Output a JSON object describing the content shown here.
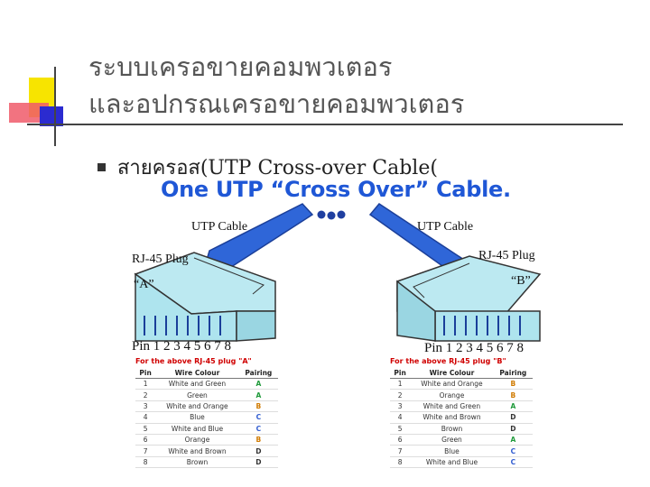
{
  "slide": {
    "title_line1": "ระบบเครอขายคอมพวเตอร",
    "title_line2": "และอปกรณเครอขายคอมพวเตอร",
    "bullet_text": "สายครอส(UTP Cross-over Cable("
  },
  "diagram": {
    "title": "One UTP “Cross Over” Cable.",
    "dots": "•••",
    "left": {
      "cable_label": "UTP Cable",
      "plug_label": "RJ-45 Plug",
      "plug_name": "“A”",
      "pin_label": "Pin 1 2 3 4 5 6 7 8"
    },
    "right": {
      "cable_label": "UTP Cable",
      "plug_label": "RJ-45 Plug",
      "plug_name": "“B”",
      "pin_label": "Pin 1 2 3 4 5 6 7 8"
    },
    "colors": {
      "cable": "#2f66d8",
      "plug": "#aee4ee",
      "plug_edge": "#333333",
      "title": "#1f57d6",
      "caption": "#d00000"
    }
  },
  "tables": {
    "headers": [
      "Pin",
      "Wire Colour",
      "Pairing"
    ],
    "a": {
      "caption": "For the above RJ-45 plug \"A\"",
      "rows": [
        [
          "1",
          "White and Green",
          "A"
        ],
        [
          "2",
          "Green",
          "A"
        ],
        [
          "3",
          "White and Orange",
          "B"
        ],
        [
          "4",
          "Blue",
          "C"
        ],
        [
          "5",
          "White and Blue",
          "C"
        ],
        [
          "6",
          "Orange",
          "B"
        ],
        [
          "7",
          "White and Brown",
          "D"
        ],
        [
          "8",
          "Brown",
          "D"
        ]
      ]
    },
    "b": {
      "caption": "For the above RJ-45 plug \"B\"",
      "rows": [
        [
          "1",
          "White and Orange",
          "B"
        ],
        [
          "2",
          "Orange",
          "B"
        ],
        [
          "3",
          "White and Green",
          "A"
        ],
        [
          "4",
          "White and Brown",
          "D"
        ],
        [
          "5",
          "Brown",
          "D"
        ],
        [
          "6",
          "Green",
          "A"
        ],
        [
          "7",
          "Blue",
          "C"
        ],
        [
          "8",
          "White and Blue",
          "C"
        ]
      ]
    },
    "pair_colors": {
      "A": "#1f9a3a",
      "B": "#d07a00",
      "C": "#2f5bd0",
      "D": "#333333"
    }
  }
}
